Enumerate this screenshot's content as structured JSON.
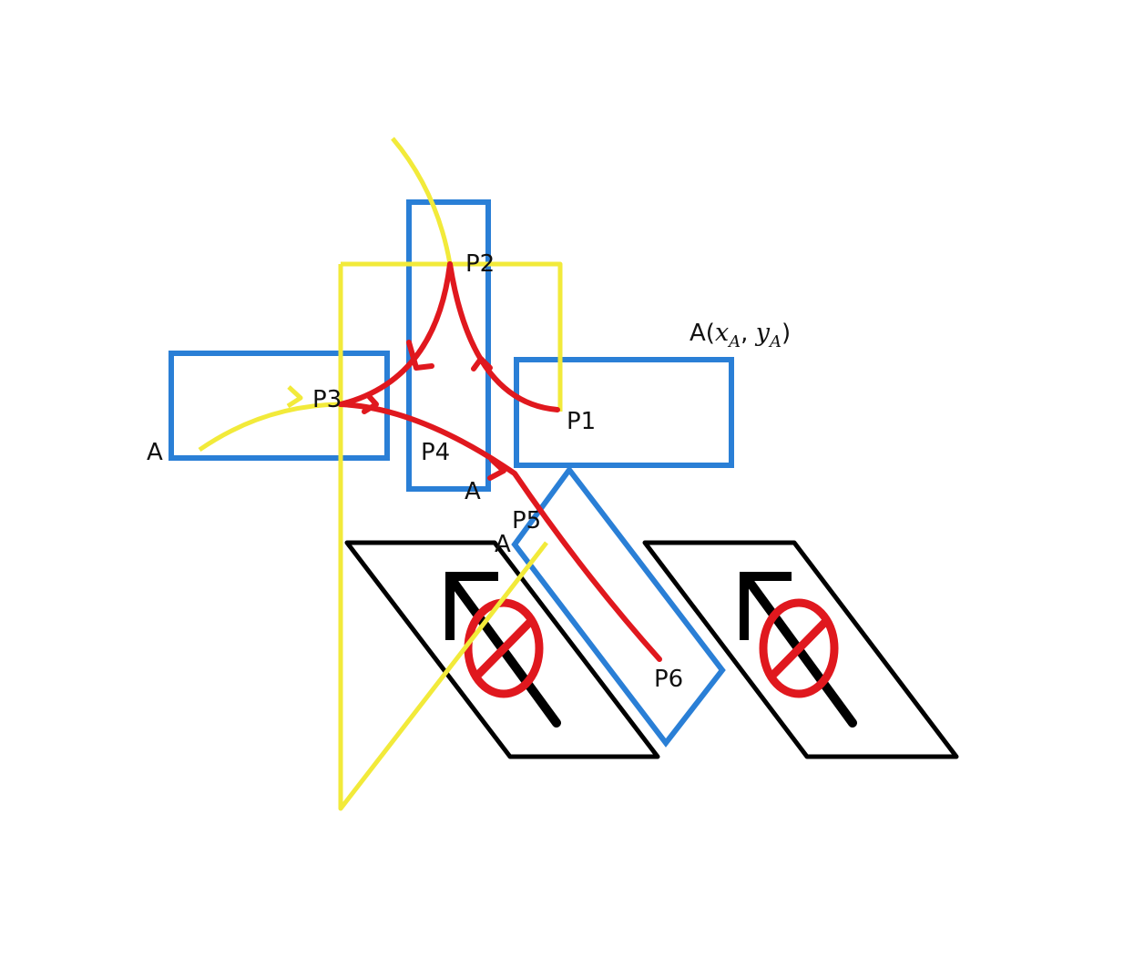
{
  "colors": {
    "background": "#ffffff",
    "box": "#2a7fd6",
    "yellow_path": "#f2ea3a",
    "red_path": "#e0181e",
    "parking_outline": "#000000",
    "prohibition_sign": "#e0181e",
    "arrow": "#000000"
  },
  "labels": {
    "p1": "P1",
    "p2": "P2",
    "p3": "P3",
    "p4": "P4",
    "p5": "P5",
    "p6": "P6",
    "a_left": "A",
    "a_middle": "A",
    "a_lower": "A"
  },
  "coordinate_label": {
    "prefix": "A(",
    "x_var": "x",
    "x_sub": "A",
    "comma": ", ",
    "y_var": "y",
    "y_sub": "A",
    "suffix": ")"
  },
  "icons": {
    "parking_space_left": "no-parking-arrow-icon",
    "parking_space_right": "no-parking-arrow-icon"
  }
}
